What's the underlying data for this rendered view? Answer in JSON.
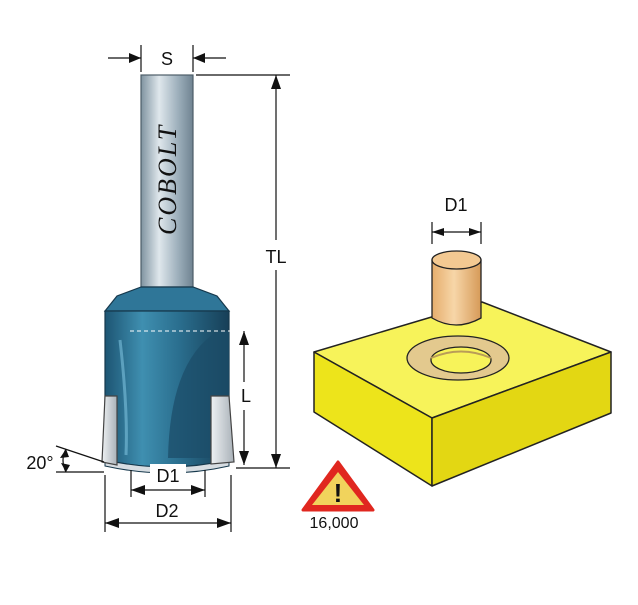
{
  "labels": {
    "shank": "S",
    "total_length": "TL",
    "cut_length": "L",
    "inner_diameter": "D1",
    "outer_diameter": "D2",
    "angle": "20°",
    "top_diameter": "D1",
    "brand": "COBOLT",
    "warning_symbol": "!",
    "rpm": "16,000"
  },
  "colors": {
    "shank_steel": "#9fb1bd",
    "cutter_blue": "#2a6e8e",
    "carbide_gray": "#c9ced3",
    "block_yellow": "#f4f022",
    "dowel_tan": "#efc28c",
    "warning_red": "#e0271f",
    "warning_fill": "#f1d35c"
  },
  "icons": {
    "warning": "warning-triangle-icon"
  }
}
